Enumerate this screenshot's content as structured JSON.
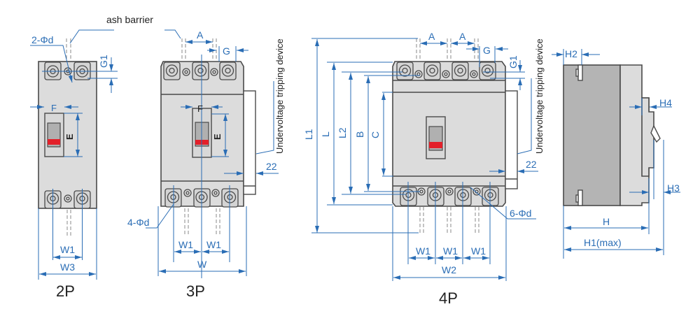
{
  "figure": {
    "kind": "circuit-breaker-dimension-drawing",
    "colors": {
      "dimension_line": "#2a6db5",
      "body_fill": "#dcdcdc",
      "side_dark_fill": "#b4b4b4",
      "outline": "#4a4a4a",
      "handle_indicator": "#e3202a"
    },
    "views": {
      "p2": {
        "title": "2P",
        "labels": {
          "hole": "2-Φd",
          "barrier": "ash barrier",
          "G1": "G1",
          "F": "F",
          "E": "E",
          "W1": "W1",
          "W3": "W3"
        }
      },
      "p3": {
        "title": "3P",
        "labels": {
          "A": "A",
          "G": "G",
          "F": "F",
          "E": "E",
          "uvt": "Undervoltage tripping device",
          "d22": "22",
          "hole": "4-Φd",
          "W1a": "W1",
          "W1b": "W1",
          "W": "W"
        }
      },
      "p4": {
        "title": "4P",
        "labels": {
          "A1": "A",
          "A2": "A",
          "G": "G",
          "G1": "G1",
          "L1": "L1",
          "L": "L",
          "L2": "L2",
          "B": "B",
          "C": "C",
          "uvt": "Undervoltage tripping device",
          "d22": "22",
          "hole": "6-Φd",
          "W1a": "W1",
          "W1b": "W1",
          "W1c": "W1",
          "W2": "W2"
        }
      },
      "side": {
        "labels": {
          "H2": "H2",
          "H4": "H4",
          "H3": "H3",
          "H": "H",
          "H1": "H1(max)"
        }
      }
    }
  }
}
